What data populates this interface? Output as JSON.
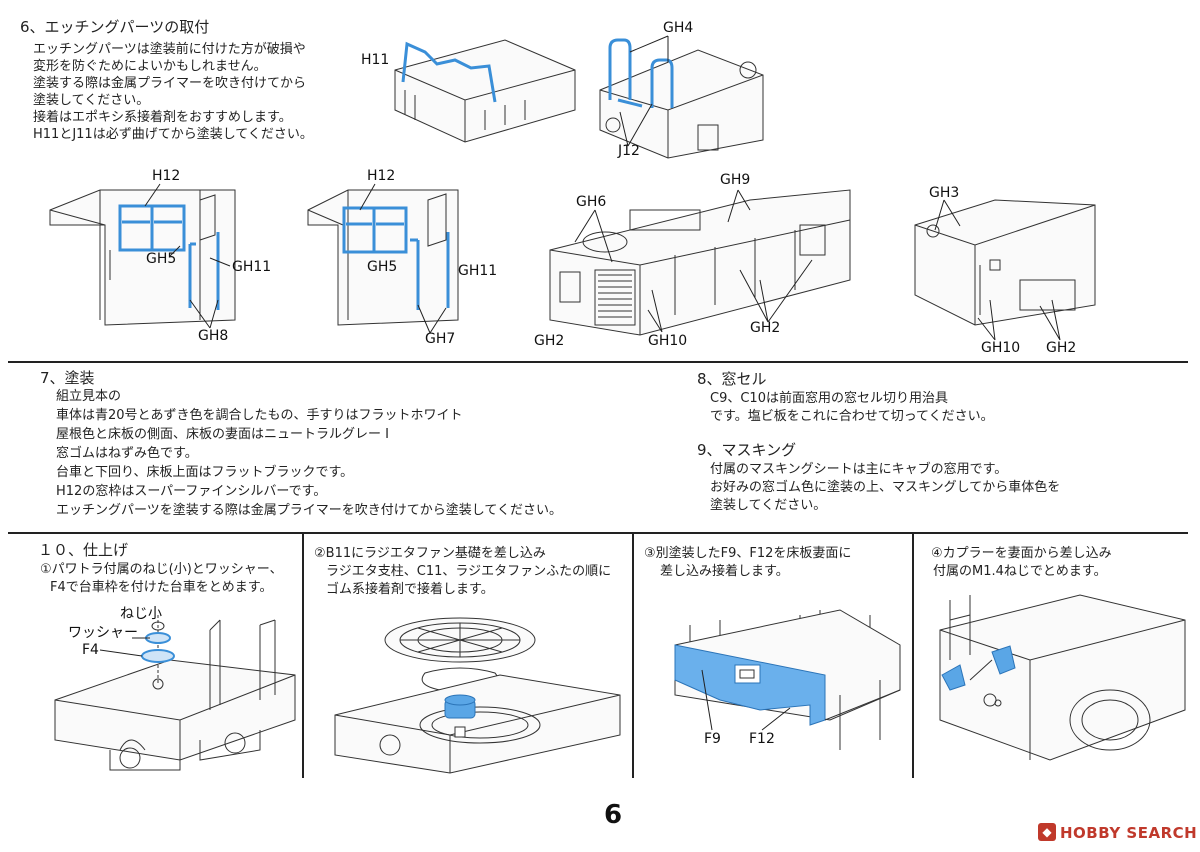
{
  "sec6": {
    "title": "6、エッチングパーツの取付",
    "lines": [
      "エッチングパーツは塗装前に付けた方が破損や",
      "変形を防ぐためによいかもしれません。",
      "塗装する際は金属プライマーを吹き付けてから",
      "塗装してください。",
      "接着はエポキシ系接着剤をおすすめします。",
      "H11とJ11は必ず曲げてから塗装してください。"
    ],
    "labels": {
      "h11_top": "H11",
      "gh4": "GH4",
      "j12": "J12",
      "h12_a": "H12",
      "gh5_a": "GH5",
      "gh11_a": "GH11",
      "gh8": "GH8",
      "h12_b": "H12",
      "gh5_b": "GH5",
      "gh11_b": "GH11",
      "gh7": "GH7",
      "gh6": "GH6",
      "gh9": "GH9",
      "gh2_a": "GH2",
      "gh10_a": "GH10",
      "gh2_b": "GH2",
      "gh3": "GH3",
      "gh10_b": "GH10",
      "gh2_c": "GH2"
    }
  },
  "sec7": {
    "title": "7、塗装",
    "lines": [
      "組立見本の",
      "車体は青20号とあずき色を調合したもの、手すりはフラットホワイト",
      "屋根色と床板の側面、床板の妻面はニュートラルグレー Ⅰ",
      "窓ゴムはねずみ色です。",
      "台車と下回り、床板上面はフラットブラックです。",
      "H12の窓枠はスーパーファインシルバーです。",
      "エッチングパーツを塗装する際は金属プライマーを吹き付けてから塗装してください。"
    ]
  },
  "sec8": {
    "title": "8、窓セル",
    "lines": [
      "C9、C10は前面窓用の窓セル切り用治具",
      "です。塩ビ板をこれに合わせて切ってください。"
    ]
  },
  "sec9": {
    "title": "9、マスキング",
    "lines": [
      "付属のマスキングシートは主にキャブの窓用です。",
      "お好みの窓ゴム色に塗装の上、マスキングしてから車体色を",
      "塗装してください。"
    ]
  },
  "sec10": {
    "title": "１０、仕上げ",
    "steps": [
      {
        "lines": [
          "①パワトラ付属のねじ(小)とワッシャー、",
          "F4で台車枠を付けた台車をとめます。"
        ]
      },
      {
        "lines": [
          "②B11にラジエタファン基礎を差し込み",
          "ラジエタ支柱、C11、ラジエタファンふたの順に",
          "ゴム系接着剤で接着します。"
        ]
      },
      {
        "lines": [
          "③別塗装したF9、F12を床板妻面に",
          "差し込み接着します。"
        ]
      },
      {
        "lines": [
          "④カプラーを妻面から差し込み",
          "付属のM1.4ねじでとめます。"
        ]
      }
    ],
    "labels": {
      "screw": "ねじ小",
      "washer": "ワッシャー",
      "f4": "F4",
      "f9": "F9",
      "f12": "F12"
    }
  },
  "page_number": "6",
  "watermark": "HOBBY SEARCH",
  "colors": {
    "accent_blue": "#3a8fd8",
    "rule": "#222222",
    "watermark_red": "#c0392b"
  }
}
